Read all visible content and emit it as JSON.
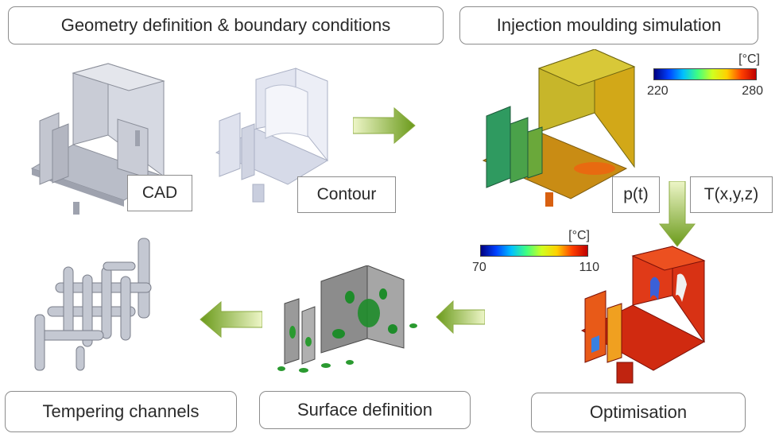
{
  "stages": {
    "geometry": "Geometry definition & boundary conditions",
    "injection": "Injection moulding simulation",
    "tempering": "Tempering channels",
    "surface": "Surface definition",
    "optimisation": "Optimisation"
  },
  "labels": {
    "cad": "CAD",
    "contour": "Contour",
    "pressure": "p(t)",
    "temperature": "T(x,y,z)"
  },
  "colorbars": {
    "injection": {
      "unit": "[°C]",
      "min": "220",
      "max": "280"
    },
    "optimisation": {
      "unit": "[°C]",
      "min": "70",
      "max": "110"
    }
  },
  "colors": {
    "arrow_light": "#eef6c8",
    "arrow_dark": "#6a9a1a",
    "box_border": "#8c8c8c"
  }
}
